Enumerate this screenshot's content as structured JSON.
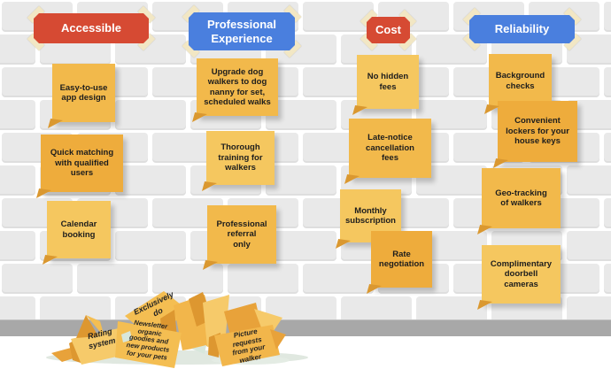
{
  "board": {
    "columns": [
      {
        "header": {
          "label": "Accessible",
          "color": "#D64A33"
        },
        "notes": [
          {
            "text": "Easy-to-use\napp design"
          },
          {
            "text": "Quick matching\nwith qualified\nusers"
          },
          {
            "text": "Calendar\nbooking"
          }
        ]
      },
      {
        "header": {
          "label": "Professional\nExperience",
          "color": "#4A7FDE"
        },
        "notes": [
          {
            "text": "Upgrade dog\nwalkers to dog\nnanny for set,\nscheduled walks"
          },
          {
            "text": "Thorough\ntraining for\nwalkers"
          },
          {
            "text": "Professional\nreferral\nonly"
          }
        ]
      },
      {
        "header": {
          "label": "Cost",
          "color": "#D64A33"
        },
        "notes": [
          {
            "text": "No hidden\nfees"
          },
          {
            "text": "Late-notice\ncancellation\nfees"
          },
          {
            "text": "Monthly\nsubscription"
          },
          {
            "text": "Rate\nnegotiation"
          }
        ]
      },
      {
        "header": {
          "label": "Reliability",
          "color": "#4A7FDE"
        },
        "notes": [
          {
            "text": "Background\nchecks"
          },
          {
            "text": "Convenient\nlockers for your\nhouse keys"
          },
          {
            "text": "Geo-tracking\nof walkers"
          },
          {
            "text": "Complimentary\ndoorbell\ncameras"
          }
        ]
      }
    ],
    "discard_pile": {
      "notes": [
        {
          "text": "Rating\nsystem"
        },
        {
          "text": "Exclusively\ndo"
        },
        {
          "text": "Newsletter\norganic\ngoodies and\nnew products\nfor your pets"
        },
        {
          "text": "Picture\nrequests\nfrom your\nwalker"
        }
      ]
    },
    "palette": {
      "note_light": "#F5C75F",
      "note_mid": "#F2B94B",
      "note_dark": "#EEAC3C",
      "note_fold": "#DA9830",
      "header_red": "#D64A33",
      "header_blue": "#4A7FDE",
      "tape": "#F2E7C4",
      "brick": "#E9E9E9",
      "mortar": "#FFFFFF",
      "baseboard": "#A8A8A8"
    }
  }
}
